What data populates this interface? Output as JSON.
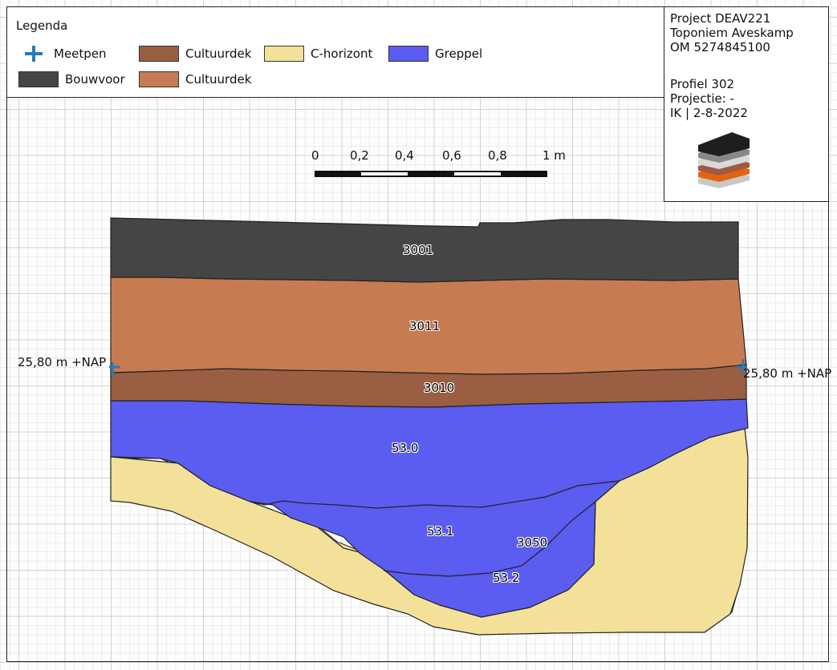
{
  "legend": {
    "title": "Legenda",
    "items": [
      {
        "label": "Meetpen",
        "kind": "icon",
        "icon": "meetpen-cross-icon",
        "color": "#2a7ab8"
      },
      {
        "label": "Cultuurdek",
        "kind": "swatch",
        "color": "#9a5e43"
      },
      {
        "label": "C-horizont",
        "kind": "swatch",
        "color": "#f3e19a"
      },
      {
        "label": "Greppel",
        "kind": "swatch",
        "color": "#5b5cf0"
      },
      {
        "label": "Bouwvoor",
        "kind": "swatch",
        "color": "#454545"
      },
      {
        "label": "Cultuurdek",
        "kind": "swatch",
        "color": "#c77b50"
      }
    ]
  },
  "info": {
    "project": "Project DEAV221",
    "toponiem": "Toponiem Aveskamp",
    "om": "OM 5274845100",
    "profiel": "Profiel 302",
    "projectie": "Projectie: -",
    "author_date": "IK | 2-8-2022",
    "logo": "stacked-layers-logo"
  },
  "scalebar": {
    "ticks": [
      "0",
      "0,2",
      "0,4",
      "0,6",
      "0,8",
      "1 m"
    ]
  },
  "measurement": {
    "left": "25,80 m +NAP",
    "right": "25,80 m +NAP"
  },
  "units": {
    "u3001": "3001",
    "u3011": "3011",
    "u3010": "3010",
    "u530": "53.0",
    "u531": "53.1",
    "u3050": "3050",
    "u532": "53.2"
  },
  "colors": {
    "bouwvoor": "#454545",
    "cultuurdek_light": "#c77b50",
    "cultuurdek_dark": "#9a5e43",
    "greppel": "#5b5cf0",
    "c_horizont": "#f3e19a",
    "meetpen": "#2a7ab8"
  }
}
